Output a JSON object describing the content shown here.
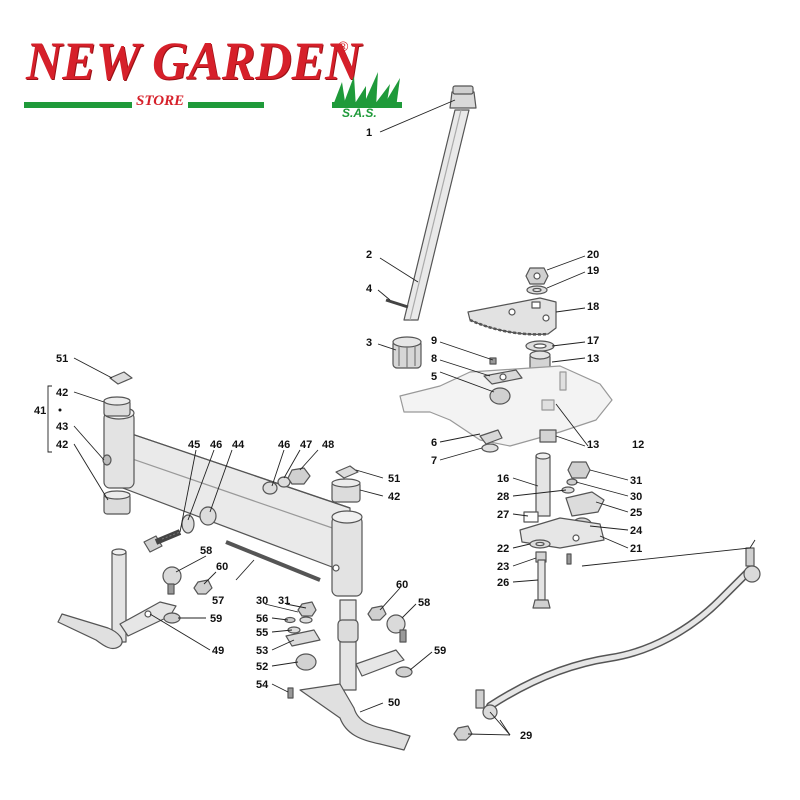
{
  "logo": {
    "brand": "NEW GARDEN",
    "registered": "®",
    "store": "STORE",
    "sas": "S.A.S."
  },
  "colors": {
    "brand_red": "#d6202a",
    "brand_green": "#1f9a3a",
    "part_fill": "#e6e6e6",
    "part_stroke": "#555555"
  },
  "callouts": {
    "c1": "1",
    "c2": "2",
    "c3": "3",
    "c4": "4",
    "c5": "5",
    "c6": "6",
    "c7": "7",
    "c8": "8",
    "c9": "9",
    "c12": "12",
    "c13a": "13",
    "c13b": "13",
    "c16": "16",
    "c17": "17",
    "c18": "18",
    "c19": "19",
    "c20": "20",
    "c21": "21",
    "c22": "22",
    "c23": "23",
    "c24": "24",
    "c25": "25",
    "c26": "26",
    "c27": "27",
    "c28": "28",
    "c29": "29",
    "c30a": "30",
    "c30b": "30",
    "c31a": "31",
    "c31b": "31",
    "c41": "41",
    "c42a": "42",
    "c42b": "42",
    "c42c": "42",
    "c43": "43",
    "c44": "44",
    "c45": "45",
    "c46a": "46",
    "c46b": "46",
    "c47": "47",
    "c48": "48",
    "c49": "49",
    "c50": "50",
    "c51a": "51",
    "c51b": "51",
    "c52": "52",
    "c53": "53",
    "c54": "54",
    "c55": "55",
    "c56": "56",
    "c57": "57",
    "c58a": "58",
    "c58b": "58",
    "c59a": "59",
    "c59b": "59",
    "c60a": "60",
    "c60b": "60"
  }
}
